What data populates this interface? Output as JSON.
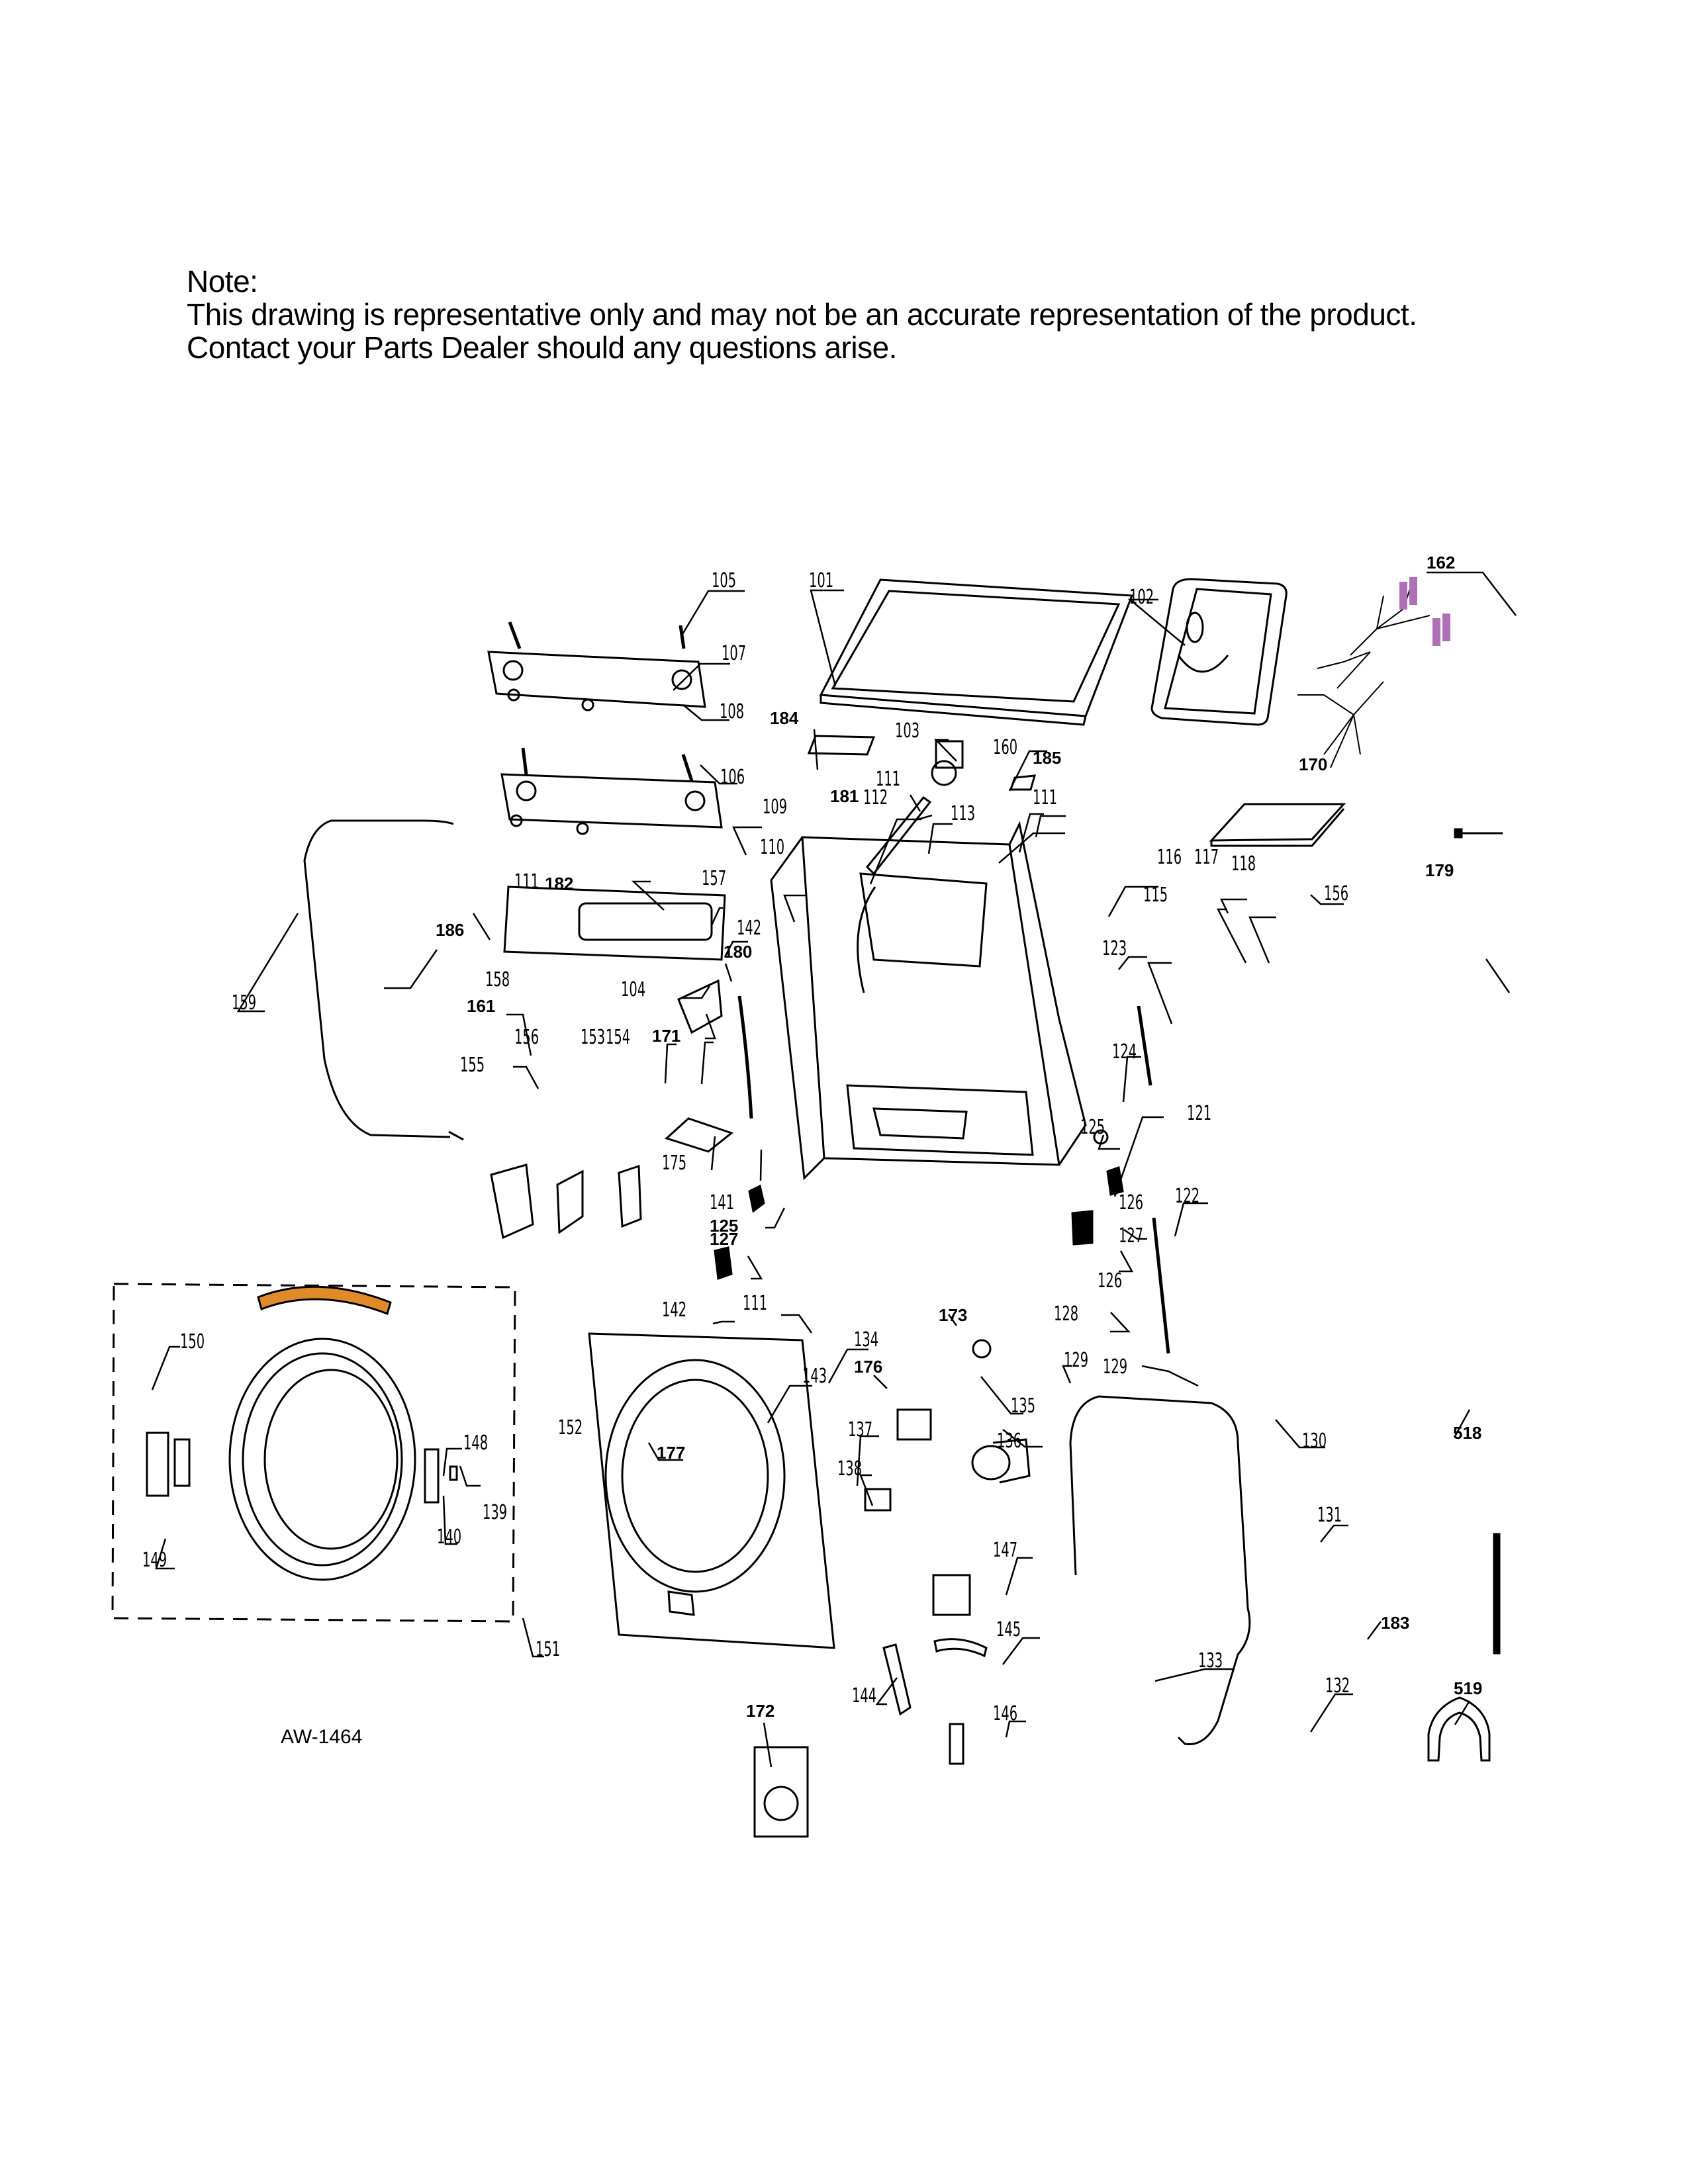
{
  "note": {
    "heading": "Note:",
    "line1": "This drawing is representative only and may not be an accurate representation of the product.",
    "line2": "Contact your Parts Dealer should any questions arise."
  },
  "diagram_code": "AW-1464",
  "colors": {
    "harness_connector": "#b070b8",
    "door_label_band": "#e08a2a",
    "line": "#000000"
  },
  "callouts": {
    "c105": "105",
    "c101": "101",
    "c102": "102",
    "c162": "162",
    "c107": "107",
    "c108": "108",
    "c184": "184",
    "c103": "103",
    "c160": "160",
    "c185": "185",
    "c106": "106",
    "c170": "170",
    "c111a": "111",
    "c181": "181",
    "c112": "112",
    "c111b": "111",
    "c109": "109",
    "c113": "113",
    "c110": "110",
    "c116": "116",
    "c117": "117",
    "c156a": "156",
    "c118": "118",
    "c179": "179",
    "c115": "115",
    "c157": "157",
    "c111c": "111",
    "c182": "182",
    "c186": "186",
    "c142a": "142",
    "c180": "180",
    "c158": "158",
    "c104": "104",
    "c159": "159",
    "c123": "123",
    "c161": "161",
    "c171": "171",
    "c156b": "156",
    "c153": "153",
    "c154": "154",
    "c124": "124",
    "c121": "121",
    "c155": "155",
    "c175": "175",
    "c125a": "125",
    "c141": "141",
    "c125b": "125",
    "c126a": "126",
    "c122": "122",
    "c127a": "127",
    "c127b": "127",
    "c126b": "126",
    "c142b": "142",
    "c111d": "111",
    "c173": "173",
    "c128": "128",
    "c150": "150",
    "c134": "134",
    "c176": "176",
    "c129a": "129",
    "c129b": "129",
    "c143": "143",
    "c135": "135",
    "c130": "130",
    "c518": "518",
    "c148": "148",
    "c152": "152",
    "c137": "137",
    "c177": "177",
    "c136": "136",
    "c138": "138",
    "c139": "139",
    "c149": "149",
    "c140": "140",
    "c131": "131",
    "c147": "147",
    "c183": "183",
    "c145": "145",
    "c151": "151",
    "c133": "133",
    "c144": "144",
    "c132": "132",
    "c519": "519",
    "c172": "172",
    "c146": "146"
  }
}
